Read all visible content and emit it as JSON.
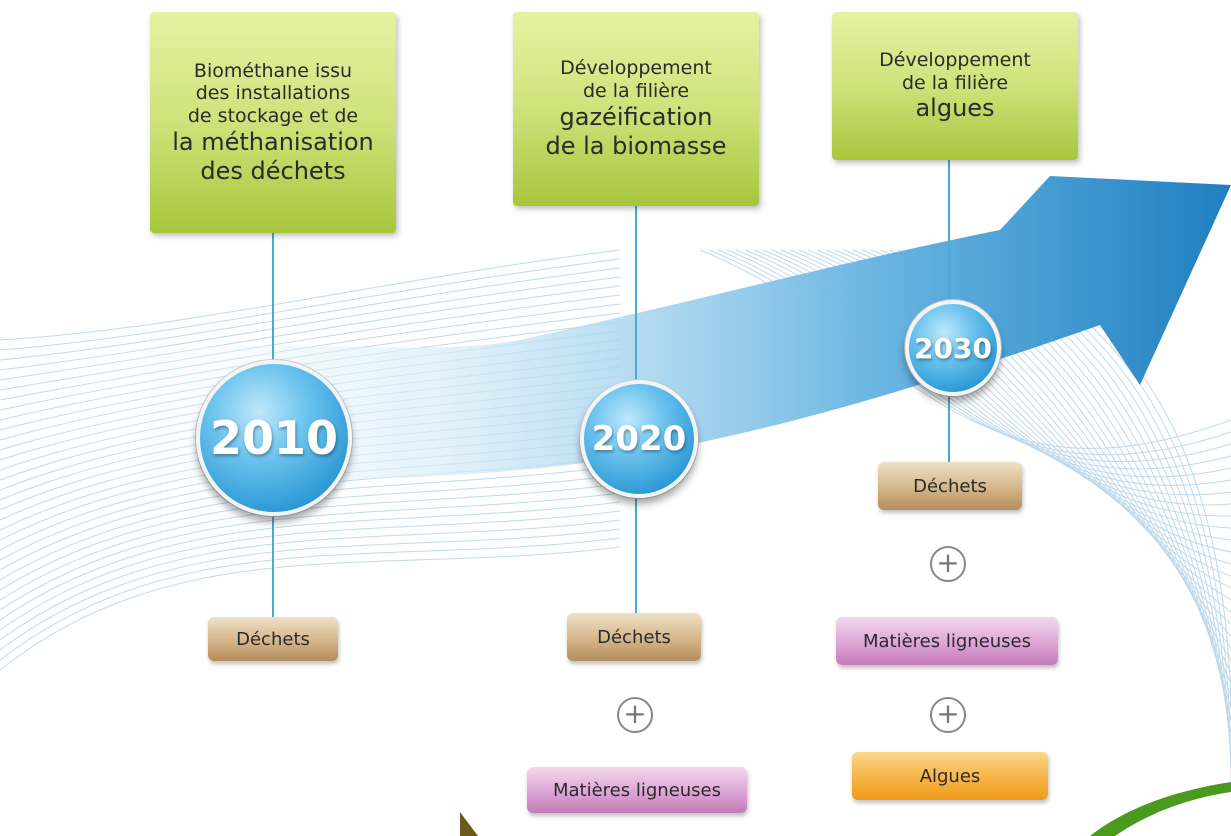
{
  "milestones": [
    {
      "year": "2010",
      "box_lines": [
        {
          "text": "Biométhane issu",
          "size": "small"
        },
        {
          "text": "des installations",
          "size": "small"
        },
        {
          "text": "de stockage et de",
          "size": "small"
        },
        {
          "text": "la méthanisation",
          "size": "big"
        },
        {
          "text": "des déchets",
          "size": "big"
        }
      ],
      "resources": [
        "Déchets"
      ]
    },
    {
      "year": "2020",
      "box_lines": [
        {
          "text": "Développement",
          "size": "small"
        },
        {
          "text": "de la filière",
          "size": "small"
        },
        {
          "text": "gazéification",
          "size": "big"
        },
        {
          "text": "de la biomasse",
          "size": "big"
        }
      ],
      "resources": [
        "Déchets",
        "Matières ligneuses"
      ]
    },
    {
      "year": "2030",
      "box_lines": [
        {
          "text": "Développement",
          "size": "small"
        },
        {
          "text": "de la filière",
          "size": "small"
        },
        {
          "text": "algues",
          "size": "big"
        }
      ],
      "resources": [
        "Déchets",
        "Matières ligneuses",
        "Algues"
      ]
    }
  ],
  "plus_symbol": "+",
  "colors": {
    "box_green": "#cfe27a",
    "circle_blue": "#3da6de",
    "arrow_blue": "#2f8fcc",
    "dechets_tan": "#d4b58a",
    "ligneuses_purple": "#dda5d5",
    "algues_orange": "#f7b445",
    "swoosh_green": "#4a9a1e"
  }
}
